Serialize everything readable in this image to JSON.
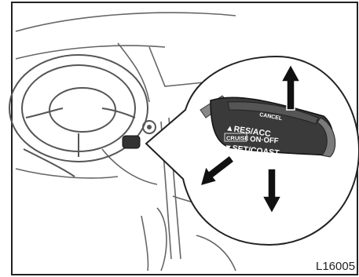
{
  "figure": {
    "code": "L16005",
    "lever_labels": {
      "top": "CANCEL",
      "res_acc": "▲RES/ACC",
      "cruise": "CRUISE",
      "on_off": "ON·OFF",
      "set_coast": "▼SET/COAST"
    }
  },
  "colors": {
    "frame": "#222222",
    "line": "#555555",
    "lever": "#3a3a3a",
    "arrow": "#111111",
    "background": "#ffffff"
  }
}
